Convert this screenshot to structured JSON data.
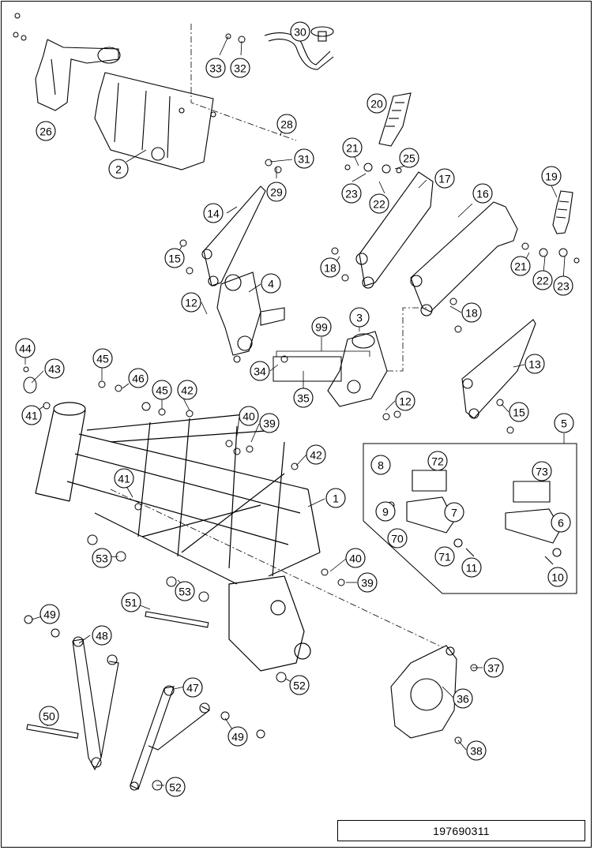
{
  "diagram": {
    "reference_number": "197690311",
    "callouts": [
      {
        "id": "c1",
        "label": "1"
      },
      {
        "id": "c2",
        "label": "2"
      },
      {
        "id": "c3",
        "label": "3"
      },
      {
        "id": "c4",
        "label": "4"
      },
      {
        "id": "c5",
        "label": "5"
      },
      {
        "id": "c6",
        "label": "6"
      },
      {
        "id": "c7",
        "label": "7"
      },
      {
        "id": "c8",
        "label": "8"
      },
      {
        "id": "c9",
        "label": "9"
      },
      {
        "id": "c10",
        "label": "10"
      },
      {
        "id": "c11",
        "label": "11"
      },
      {
        "id": "c12a",
        "label": "12"
      },
      {
        "id": "c12b",
        "label": "12"
      },
      {
        "id": "c13",
        "label": "13"
      },
      {
        "id": "c14",
        "label": "14"
      },
      {
        "id": "c15a",
        "label": "15"
      },
      {
        "id": "c15b",
        "label": "15"
      },
      {
        "id": "c16",
        "label": "16"
      },
      {
        "id": "c17",
        "label": "17"
      },
      {
        "id": "c18a",
        "label": "18"
      },
      {
        "id": "c18b",
        "label": "18"
      },
      {
        "id": "c19",
        "label": "19"
      },
      {
        "id": "c20",
        "label": "20"
      },
      {
        "id": "c21a",
        "label": "21"
      },
      {
        "id": "c21b",
        "label": "21"
      },
      {
        "id": "c22a",
        "label": "22"
      },
      {
        "id": "c22b",
        "label": "22"
      },
      {
        "id": "c23a",
        "label": "23"
      },
      {
        "id": "c23b",
        "label": "23"
      },
      {
        "id": "c25",
        "label": "25"
      },
      {
        "id": "c26",
        "label": "26"
      },
      {
        "id": "c28",
        "label": "28"
      },
      {
        "id": "c29",
        "label": "29"
      },
      {
        "id": "c30",
        "label": "30"
      },
      {
        "id": "c31",
        "label": "31"
      },
      {
        "id": "c32",
        "label": "32"
      },
      {
        "id": "c33",
        "label": "33"
      },
      {
        "id": "c34",
        "label": "34"
      },
      {
        "id": "c35",
        "label": "35"
      },
      {
        "id": "c36",
        "label": "36"
      },
      {
        "id": "c37",
        "label": "37"
      },
      {
        "id": "c38",
        "label": "38"
      },
      {
        "id": "c39a",
        "label": "39"
      },
      {
        "id": "c39b",
        "label": "39"
      },
      {
        "id": "c40a",
        "label": "40"
      },
      {
        "id": "c40b",
        "label": "40"
      },
      {
        "id": "c41a",
        "label": "41"
      },
      {
        "id": "c41b",
        "label": "41"
      },
      {
        "id": "c42a",
        "label": "42"
      },
      {
        "id": "c42b",
        "label": "42"
      },
      {
        "id": "c43",
        "label": "43"
      },
      {
        "id": "c44",
        "label": "44"
      },
      {
        "id": "c45a",
        "label": "45"
      },
      {
        "id": "c45b",
        "label": "45"
      },
      {
        "id": "c46",
        "label": "46"
      },
      {
        "id": "c47",
        "label": "47"
      },
      {
        "id": "c48",
        "label": "48"
      },
      {
        "id": "c49a",
        "label": "49"
      },
      {
        "id": "c49b",
        "label": "49"
      },
      {
        "id": "c50",
        "label": "50"
      },
      {
        "id": "c51",
        "label": "51"
      },
      {
        "id": "c52a",
        "label": "52"
      },
      {
        "id": "c52b",
        "label": "52"
      },
      {
        "id": "c53a",
        "label": "53"
      },
      {
        "id": "c53b",
        "label": "53"
      },
      {
        "id": "c70",
        "label": "70"
      },
      {
        "id": "c71",
        "label": "71"
      },
      {
        "id": "c72",
        "label": "72"
      },
      {
        "id": "c73",
        "label": "73"
      },
      {
        "id": "c99",
        "label": "99"
      }
    ]
  }
}
